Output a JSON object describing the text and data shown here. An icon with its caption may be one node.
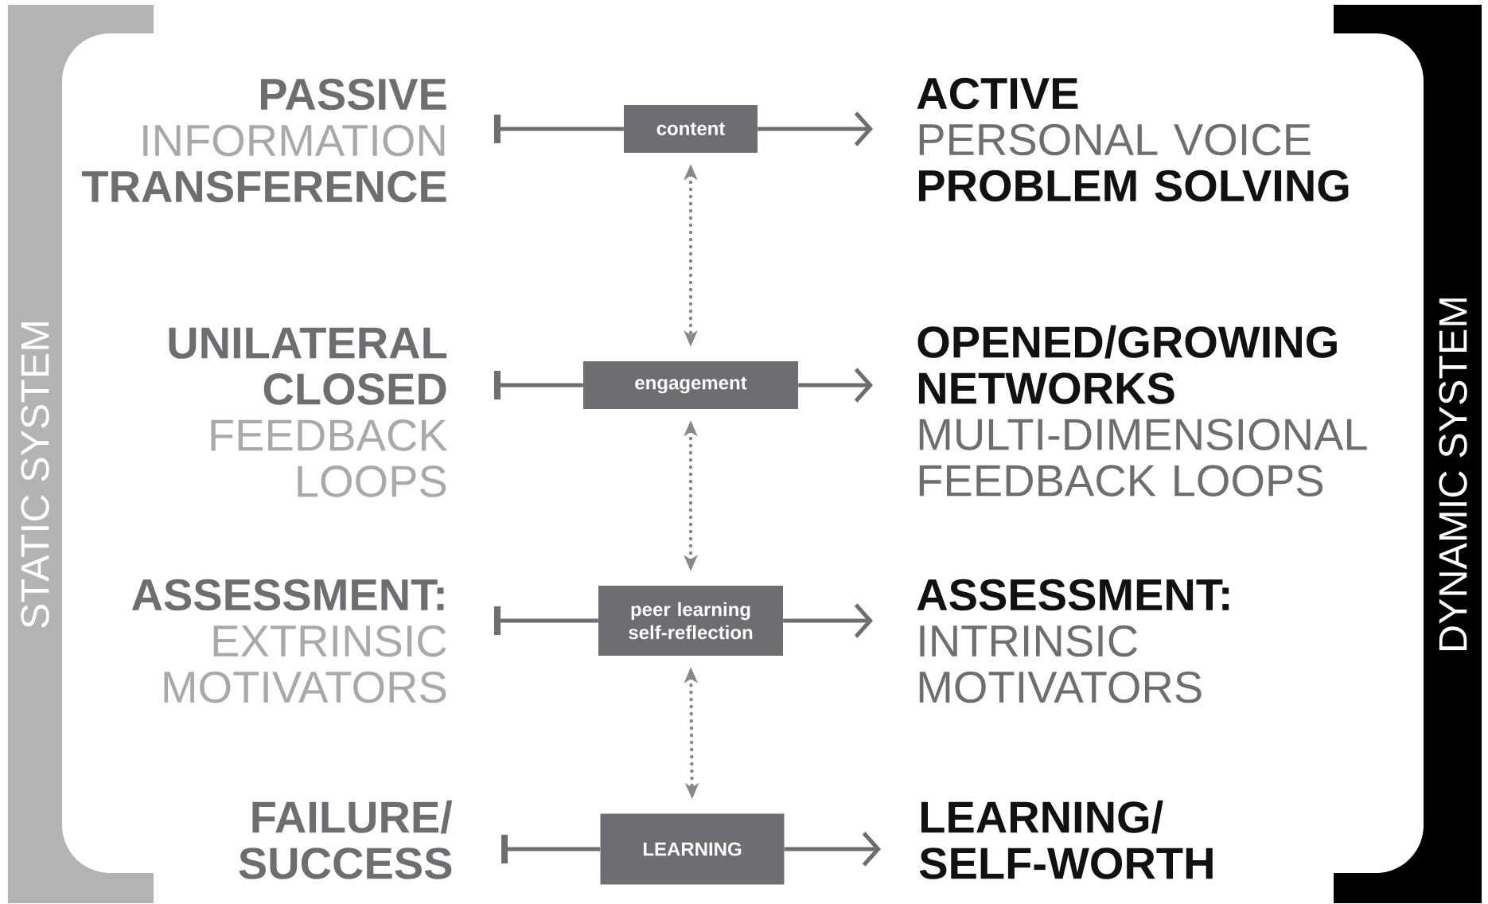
{
  "diagram": {
    "nodes": [
      {
        "text": [
          "STATIC SYSTEM"
        ]
      },
      {
        "text": [
          "PASSIVE",
          "INFORMATION",
          "TRANSFERENCE"
        ]
      },
      {
        "text": [
          "content"
        ]
      },
      {
        "text": [
          "ACTIVE",
          "PERSONAL VOICE",
          "PROBLEM SOLVING"
        ]
      },
      {
        "text": [
          "UNILATERAL",
          "CLOSED",
          "FEEDBACK LOOPS"
        ]
      },
      {
        "text": [
          "engagement"
        ]
      },
      {
        "text": [
          "OPENED/GROWING NETWORKS",
          "MULTI-DIMENSIONAL FEEDBACK LOOPS"
        ]
      },
      {
        "text": [
          "ASSESSMENT:",
          "EXTRINSIC MOTIVATORS"
        ]
      },
      {
        "text": [
          "peer learning self-reflection"
        ]
      },
      {
        "text": [
          "ASSESSMENT:",
          "INTRINSIC MOTIVATORS"
        ]
      },
      {
        "text": [
          "FAILURE/ SUCCESS"
        ]
      },
      {
        "text": [
          "LEARNING"
        ]
      },
      {
        "text": [
          "LEARNING/ SELF-WORTH"
        ]
      },
      {
        "text": [
          "DYNAMIC SYSTEM"
        ]
      }
    ],
    "edges": [
      {
        "from": 1,
        "to": 2,
        "arrow": "other"
      },
      {
        "from": 2,
        "to": 3,
        "arrow": "to"
      },
      {
        "from": 4,
        "to": 5,
        "arrow": "other"
      },
      {
        "from": 5,
        "to": 6,
        "arrow": "to"
      },
      {
        "from": 7,
        "to": 8,
        "arrow": "other"
      },
      {
        "from": 8,
        "to": 9,
        "arrow": "to"
      },
      {
        "from": 10,
        "to": 11,
        "arrow": "other"
      },
      {
        "from": 11,
        "to": 12,
        "arrow": "to"
      },
      {
        "from": 2,
        "to": 5,
        "arrow": "both",
        "style": "dashed",
        "color": "#87888b"
      },
      {
        "from": 5,
        "to": 8,
        "arrow": "both",
        "style": "dashed",
        "color": "#87888b"
      },
      {
        "from": 8,
        "to": 11,
        "arrow": "both",
        "style": "dashed",
        "color": "#87888b"
      }
    ]
  }
}
